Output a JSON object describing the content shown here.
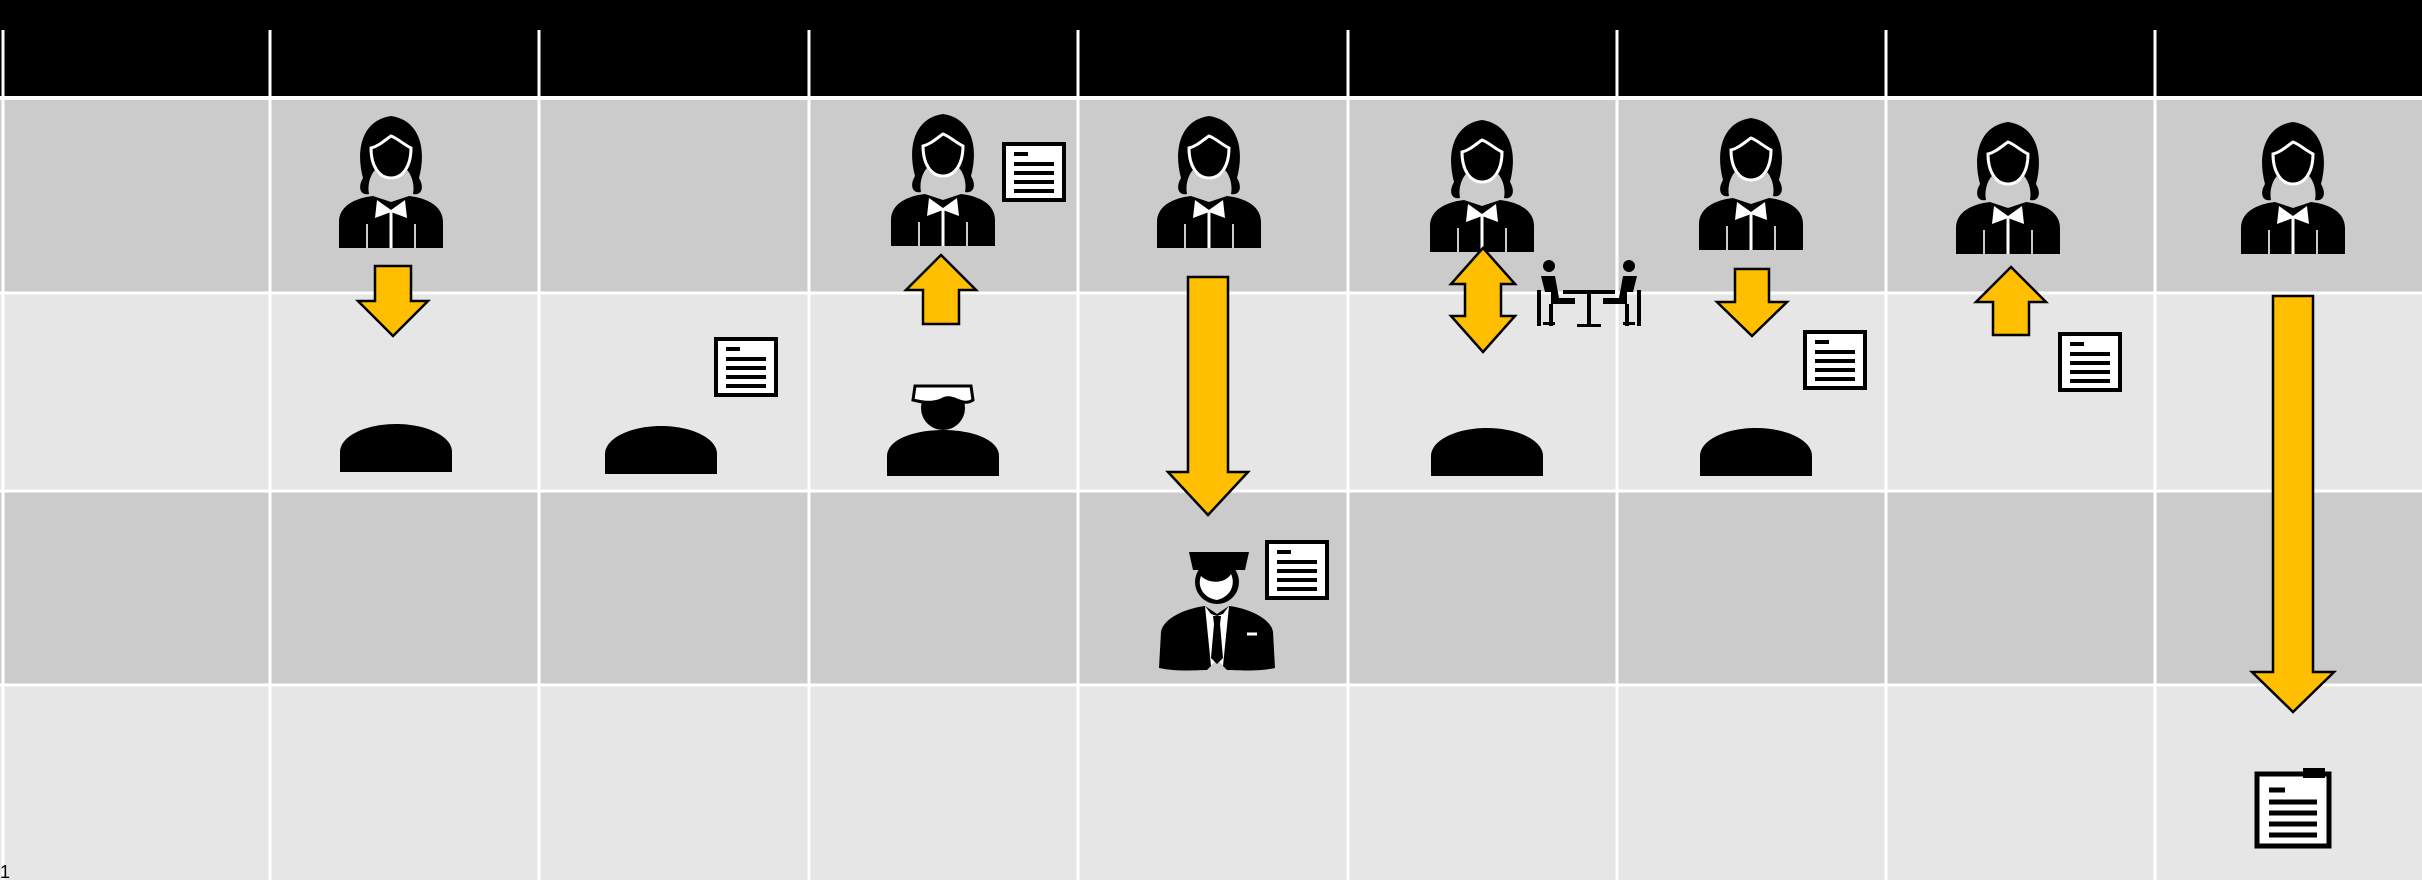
{
  "diagram": {
    "columns": 9,
    "lanes": 4,
    "header_labels": [
      "",
      "",
      "",
      "",
      "",
      "",
      "",
      "",
      ""
    ],
    "lane_labels": [
      "",
      "",
      "",
      ""
    ],
    "footnote": "1",
    "colors": {
      "header": "#000000",
      "lane_dark": "#cbcbcb",
      "lane_light": "#e6e6e6",
      "divider": "#ffffff",
      "arrow_fill": "#ffbf00",
      "arrow_stroke": "#000000",
      "icon": "#000000"
    },
    "steps": [
      {
        "col": 1,
        "actor": "woman-icon",
        "arrow": "down",
        "target": "blank-person-icon",
        "document": false
      },
      {
        "col": 2,
        "target": "blank-person-icon",
        "document": true
      },
      {
        "col": 3,
        "actor": "woman-icon",
        "arrow": "up",
        "target": "cap-person-icon",
        "document": true
      },
      {
        "col": 4,
        "actor": "woman-icon",
        "arrow": "long-down",
        "target": "graduate-man-icon",
        "document": true
      },
      {
        "col": 5,
        "actor": "woman-icon",
        "arrow": "both",
        "target": "blank-person-icon",
        "extra": "meeting-icon"
      },
      {
        "col": 6,
        "actor": "woman-icon",
        "arrow": "down",
        "target": "blank-person-icon",
        "document": true
      },
      {
        "col": 7,
        "actor": "woman-icon",
        "arrow": "up",
        "document": true
      },
      {
        "col": 8,
        "actor": "woman-icon",
        "arrow": "extra-long-down",
        "target": "clipboard-icon"
      }
    ]
  }
}
